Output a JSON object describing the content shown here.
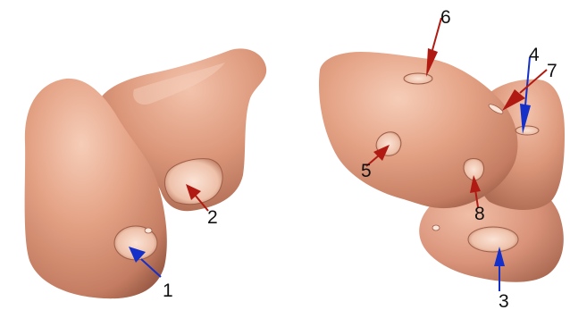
{
  "colors": {
    "background": "#ffffff",
    "surface_light": "#f3c3ac",
    "surface_mid": "#e4a285",
    "surface_dark": "#b26e56",
    "surface_shadow": "#8e5442",
    "arrow_red": "#b01a12",
    "arrow_blue": "#1430c8",
    "label_color": "#111111"
  },
  "icons": {
    "red_arrow": "red-arrow-icon",
    "blue_arrow": "blue-arrow-icon"
  },
  "left_model": {
    "markers": [
      {
        "label": "1",
        "arrow": "blue"
      },
      {
        "label": "2",
        "arrow": "red"
      }
    ]
  },
  "right_model": {
    "markers": [
      {
        "label": "3",
        "arrow": "blue"
      },
      {
        "label": "4",
        "arrow": "blue"
      },
      {
        "label": "5",
        "arrow": "red"
      },
      {
        "label": "6",
        "arrow": "red"
      },
      {
        "label": "7",
        "arrow": "red"
      },
      {
        "label": "8",
        "arrow": "red"
      }
    ]
  }
}
